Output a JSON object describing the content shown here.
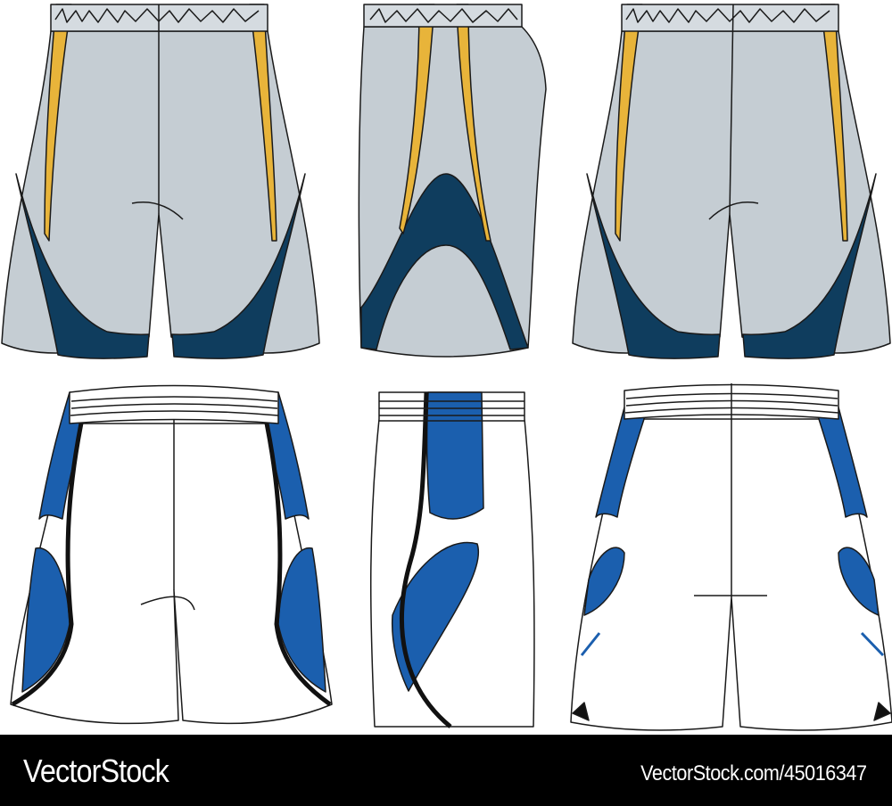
{
  "colors": {
    "grey": "#c5cdd3",
    "waistband_grey": "#d5dbe0",
    "yellow": "#e8b43a",
    "navy": "#0f3d5e",
    "blue": "#1b5fae",
    "black": "#111111",
    "white": "#ffffff"
  },
  "illustration": {
    "rows": [
      {
        "variant": "grey-navy-yellow",
        "views": [
          "front",
          "side",
          "back"
        ]
      },
      {
        "variant": "white-blue-black",
        "views": [
          "front",
          "side",
          "back"
        ]
      }
    ]
  },
  "footer": {
    "brand": "VectorStock",
    "url": "VectorStock.com/45016347"
  }
}
